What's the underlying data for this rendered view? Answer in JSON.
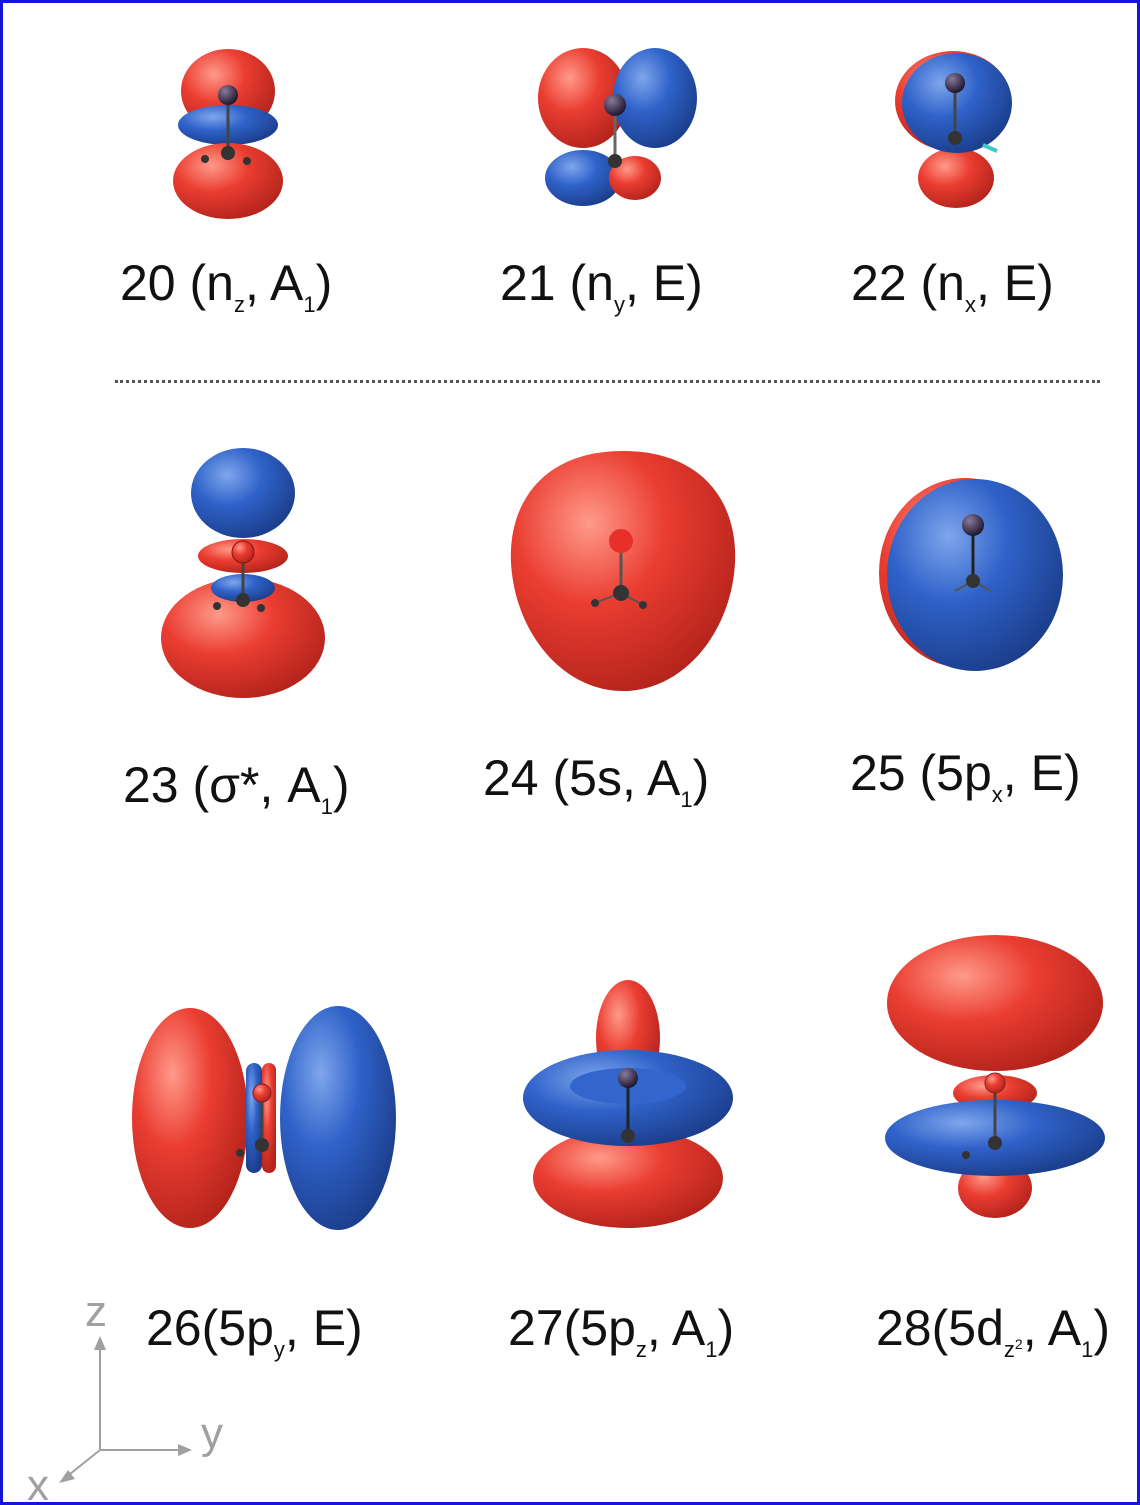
{
  "colors": {
    "positive_lobe": "#e63a2e",
    "negative_lobe": "#2b5fc7",
    "border": "#1515d8",
    "axes": "#a0a0a0"
  },
  "orbitals": [
    {
      "index": "20",
      "open": " (",
      "sym_main": "n",
      "sym_sub": "z",
      "sym_sup": "",
      "mid": ", A",
      "irrep_sub": "1",
      "close": ")"
    },
    {
      "index": "21",
      "open": " (",
      "sym_main": "n",
      "sym_sub": "y",
      "sym_sup": "",
      "mid": ", E",
      "irrep_sub": "",
      "close": ")"
    },
    {
      "index": "22",
      "open": " (",
      "sym_main": "n",
      "sym_sub": "x",
      "sym_sup": "",
      "mid": ", E",
      "irrep_sub": "",
      "close": ")"
    },
    {
      "index": "23",
      "open": " (",
      "sym_main": "σ*",
      "sym_sub": "",
      "sym_sup": "",
      "mid": ", A",
      "irrep_sub": "1",
      "close": ")"
    },
    {
      "index": "24",
      "open": " (",
      "sym_main": "5s",
      "sym_sub": "",
      "sym_sup": "",
      "mid": ", A",
      "irrep_sub": "1",
      "close": ")"
    },
    {
      "index": "25",
      "open": " (",
      "sym_main": "5p",
      "sym_sub": "x",
      "sym_sup": "",
      "mid": ", E",
      "irrep_sub": "",
      "close": ")"
    },
    {
      "index": "26",
      "open": "(",
      "sym_main": "5p",
      "sym_sub": "y",
      "sym_sup": "",
      "mid": ", E",
      "irrep_sub": "",
      "close": ")"
    },
    {
      "index": "27",
      "open": "(",
      "sym_main": "5p",
      "sym_sub": "z",
      "sym_sup": "",
      "mid": ", A",
      "irrep_sub": "1",
      "close": ")"
    },
    {
      "index": "28",
      "open": "(",
      "sym_main": "5d",
      "sym_sub": "z",
      "sym_sup": "2",
      "mid": ", A",
      "irrep_sub": "1",
      "close": ")"
    }
  ],
  "axes": {
    "z": "z",
    "y": "y",
    "x": "x"
  }
}
